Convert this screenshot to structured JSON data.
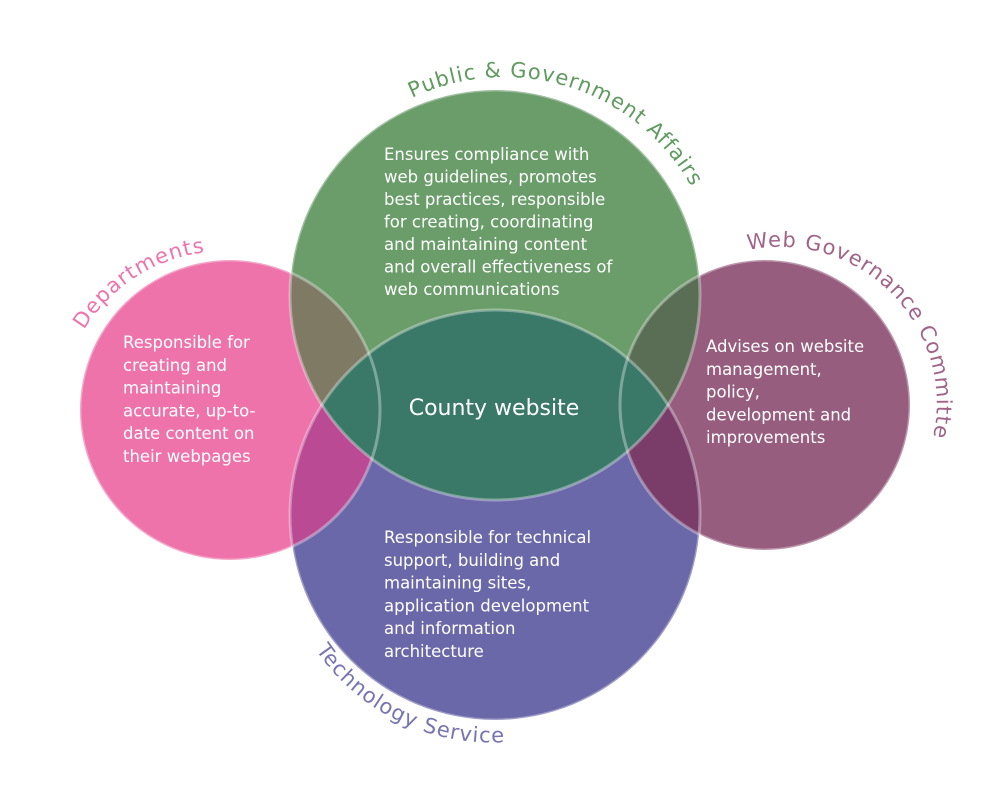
{
  "center": {
    "label": "County website"
  },
  "circles": [
    {
      "key": "departments",
      "name": "Departments",
      "color": "#ef73ab",
      "label_color": "#ef73ab",
      "description_lines": [
        "Responsible for",
        "creating and",
        "maintaining",
        "accurate, up-to-",
        "date content on",
        "their webpages"
      ]
    },
    {
      "key": "public_government_affairs",
      "name": "Public & Government Affairs",
      "color": "#6a9d6a",
      "label_color": "#5f9a5f",
      "description_lines": [
        "Ensures compliance with",
        "web guidelines, promotes",
        "best practices, responsible",
        "for creating, coordinating",
        "and maintaining content",
        "and overall effectiveness of",
        "web communications"
      ]
    },
    {
      "key": "web_governance_committee",
      "name": "Web Governance Committee",
      "color": "#975d7e",
      "label_color": "#a26388",
      "description_lines": [
        "Advises on website",
        "management,",
        "policy,",
        "development and",
        "improvements"
      ]
    },
    {
      "key": "technology_services",
      "name": "Technology Services",
      "color": "#6a68a8",
      "label_color": "#7674b1",
      "description_lines": [
        "Responsible for technical",
        "support, building and",
        "maintaining sites,",
        "application development",
        "and information",
        "architecture"
      ]
    }
  ],
  "overlap_colors": {
    "center": "#3a7868",
    "pink_purple": "#b94a93",
    "maroon_purple": "#7a3d6a",
    "pink_green": "#7f7a64",
    "green_maroon": "#5a6e55"
  }
}
